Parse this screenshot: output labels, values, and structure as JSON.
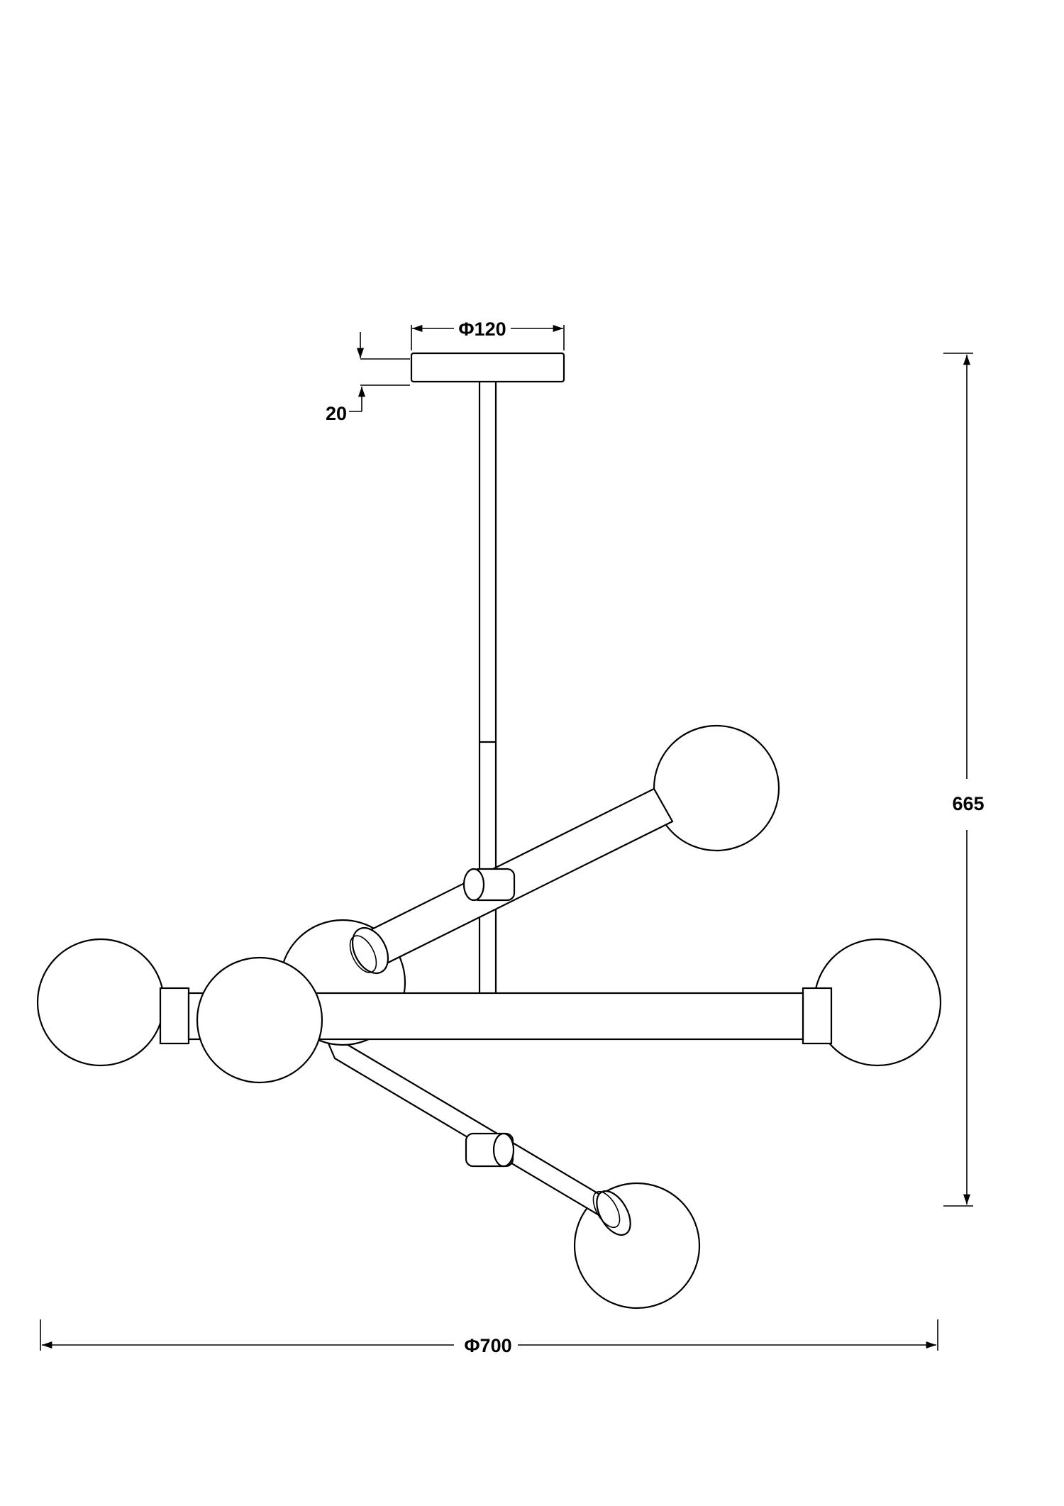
{
  "dimensions": {
    "canopy_diameter": "Φ120",
    "canopy_height": "20",
    "overall_height": "665",
    "overall_diameter": "Φ700"
  },
  "colors": {
    "line": "#000000",
    "background": "#ffffff"
  }
}
